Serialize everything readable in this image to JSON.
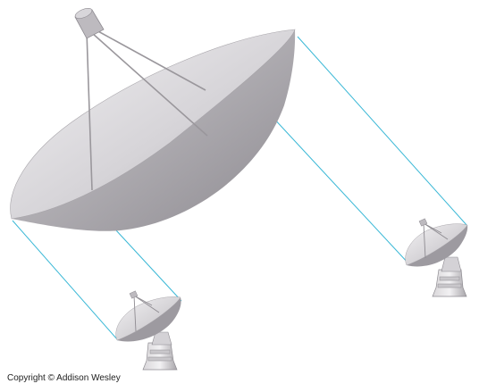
{
  "copyright": "Copyright © Addison Wesley",
  "colors": {
    "signal_line": "#3ab8d6",
    "dish_light": "#e6e4e7",
    "dish_mid": "#b9b6bb",
    "dish_dark": "#8f8c92",
    "support": "#9a979c"
  },
  "icons": [
    "large-dish-antenna",
    "small-dish-antenna-left",
    "small-dish-antenna-right"
  ]
}
